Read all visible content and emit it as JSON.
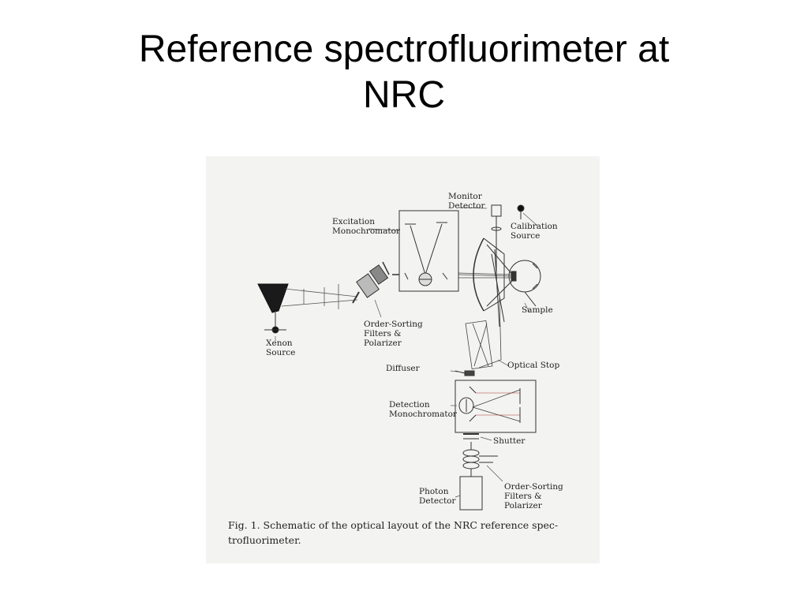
{
  "slide": {
    "title_line1": "Reference spectrofluorimeter at",
    "title_line2": "NRC"
  },
  "figure": {
    "labels": {
      "monitor_detector_1": "Monitor",
      "monitor_detector_2": "Detector",
      "excitation_mono_1": "Excitation",
      "excitation_mono_2": "Monochromator",
      "calibration_source_1": "Calibration",
      "calibration_source_2": "Source",
      "sample": "Sample",
      "order_sorting_top_1": "Order-Sorting",
      "order_sorting_top_2": "Filters &",
      "order_sorting_top_3": "Polarizer",
      "xenon_source_1": "Xenon",
      "xenon_source_2": "Source",
      "diffuser": "Diffuser",
      "optical_stop": "Optical Stop",
      "detection_mono_1": "Detection",
      "detection_mono_2": "Monochromator",
      "shutter": "Shutter",
      "photon_detector_1": "Photon",
      "photon_detector_2": "Detector",
      "order_sorting_bottom_1": "Order-Sorting",
      "order_sorting_bottom_2": "Filters &",
      "order_sorting_bottom_3": "Polarizer"
    },
    "caption_line1": "Fig. 1.   Schematic of the optical layout of the NRC reference spec-",
    "caption_line2": "trofluorimeter."
  }
}
